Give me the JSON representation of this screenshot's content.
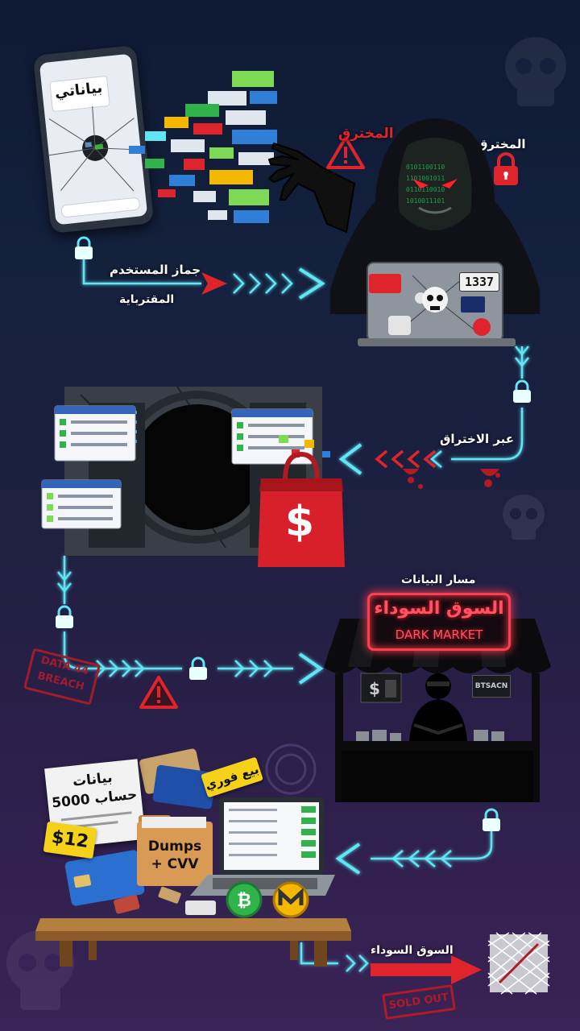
{
  "labels": {
    "phone_screen": "بياناتي",
    "hacker_red": "المخترق",
    "hacker_white": "المخترق",
    "user_device_1": "جماز المستخدم",
    "user_device_2": "المقترباية",
    "laptop_sticker": "1337",
    "via_breach": "عبر الاختراق",
    "data_path": "مسار البيانات",
    "dark_market_ar": "السوق السوداء",
    "dark_market_en": "DARK MARKET",
    "stamp_line1": "DATA 44",
    "stamp_line2": "BREACH",
    "stall_sign": "BTSACN",
    "instant_sale": "بيع فوري",
    "doc_line1": "بيانات",
    "doc_line2": "5000 حساب",
    "price": "$12",
    "folder_line1": "Dumps",
    "folder_line2": "+ CVV",
    "black_market_bottom": "السوق السوداء",
    "sold_out": "SOLD OUT"
  },
  "colors": {
    "accent_cyan": "#5fe6f2",
    "danger_red": "#e0242c",
    "neon_pink": "#ff3d4f",
    "bag_red": "#d8202a",
    "coin_green": "#2fb34a",
    "coin_gold": "#f5b800"
  },
  "icons": [
    "lock-icon",
    "warning-icon",
    "skull-icon",
    "shopping-bag-icon",
    "dollar-icon",
    "bitcoin-icon",
    "monero-icon",
    "credit-card-icon",
    "hand-icon",
    "broken-card-icon"
  ]
}
